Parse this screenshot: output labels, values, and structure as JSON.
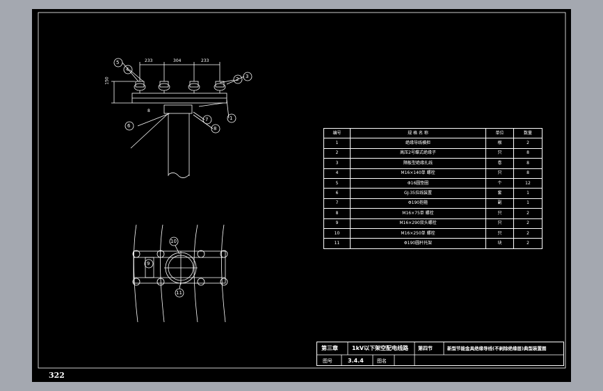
{
  "page_number": "322",
  "dimensions": {
    "d1": "233",
    "d2": "304",
    "d3": "233",
    "height": "150",
    "small": "8"
  },
  "callouts": [
    "1",
    "2",
    "3",
    "4",
    "5",
    "6",
    "7",
    "8",
    "9",
    "10",
    "11"
  ],
  "parts_table": {
    "headers": [
      "编号",
      "规 格 名 称",
      "单位",
      "数量"
    ],
    "rows": [
      [
        "1",
        "绝缘导线横担",
        "根",
        "2"
      ],
      [
        "2",
        "高压2号蝶式绝缘子",
        "只",
        "8"
      ],
      [
        "3",
        "隔板型绝缘扎线",
        "卷",
        "8"
      ],
      [
        "4",
        "M16×140单 螺栓",
        "只",
        "8"
      ],
      [
        "5",
        "Φ16圆垫圈",
        "个",
        "12"
      ],
      [
        "6",
        "GJ-35拉线装置",
        "套",
        "1"
      ],
      [
        "7",
        "Φ190抱箍",
        "副",
        "1"
      ],
      [
        "8",
        "M16×75单 螺栓",
        "只",
        "2"
      ],
      [
        "9",
        "M16×290双头螺栓",
        "只",
        "2"
      ],
      [
        "10",
        "M16×250单 螺栓",
        "只",
        "2"
      ],
      [
        "11",
        "Φ190圆杆托架",
        "块",
        "2"
      ]
    ]
  },
  "title_block": {
    "chapter": "第三章",
    "chapter_title": "1kV以下架空配电线路",
    "section": "第四节",
    "section_title": "新型节能金具绝缘导线(不剥除绝缘层)典型装置图",
    "fig_label": "图号",
    "fig_no": "3.4.4",
    "name_label": "图名"
  },
  "colors": {
    "frame": "#a4a8b0",
    "background": "#000000",
    "lines": "#ffffff"
  }
}
